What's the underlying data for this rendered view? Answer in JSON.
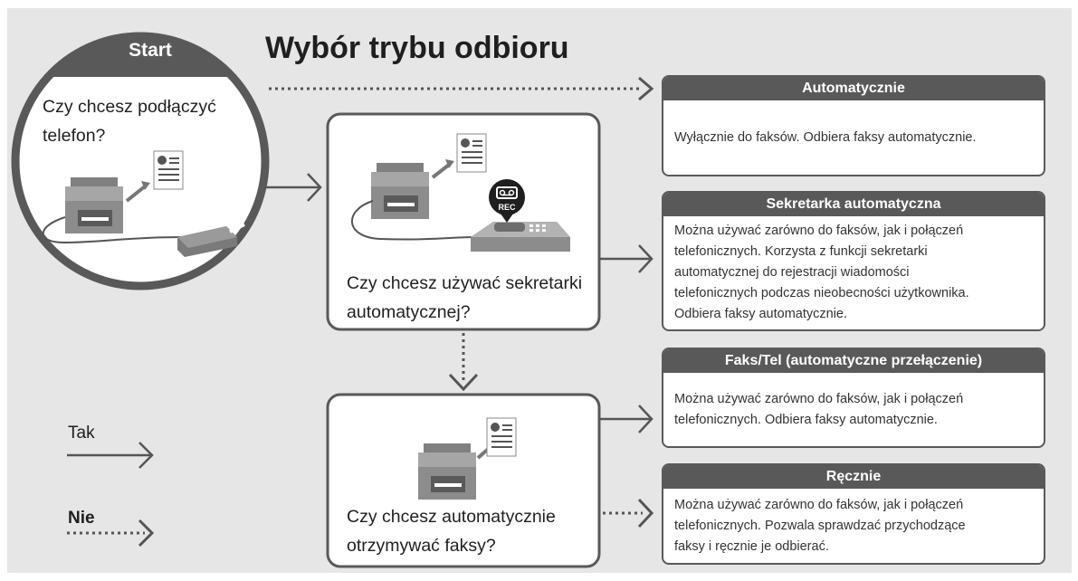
{
  "title": "Wybór trybu odbioru",
  "start": {
    "label": "Start",
    "question_line1": "Czy chcesz podłączyć",
    "question_line2": "telefon?"
  },
  "questions": {
    "answering_machine_line1": "Czy chcesz używać sekretarki",
    "answering_machine_line2": "automatycznej?",
    "auto_receive_line1": "Czy chcesz automatycznie",
    "auto_receive_line2": "otrzymywać faksy?"
  },
  "results": [
    {
      "title": "Automatycznie",
      "lines": [
        "Wyłącznie do faksów. Odbiera faksy automatycznie."
      ]
    },
    {
      "title": "Sekretarka automatyczna",
      "lines": [
        "Można używać zarówno do faksów, jak i połączeń",
        "telefonicznych. Korzysta z funkcji sekretarki",
        "automatycznej do rejestracji wiadomości",
        "telefonicznych podczas nieobecności użytkownika.",
        "Odbiera faksy automatycznie."
      ]
    },
    {
      "title": "Faks/Tel (automatyczne przełączenie)",
      "lines": [
        "Można używać zarówno do faksów, jak i połączeń",
        "telefonicznych. Odbiera faksy automatycznie."
      ]
    },
    {
      "title": "Ręcznie",
      "lines": [
        "Można używać zarówno do faksów, jak i połączeń",
        "telefonicznych. Pozwala sprawdzać przychodzące",
        "faksy i ręcznie je odbierać."
      ]
    }
  ],
  "rec_label": "REC",
  "legend": {
    "yes_label": "Tak",
    "no_label": "Nie"
  },
  "colors": {
    "background": "#e6e6e6",
    "dark": "#595959",
    "box_fill": "#ffffff",
    "text": "#1f1f1f"
  },
  "icons": [
    "printer-icon",
    "document-icon",
    "telephone-icon",
    "fax-answering-machine-icon",
    "rec-icon"
  ]
}
